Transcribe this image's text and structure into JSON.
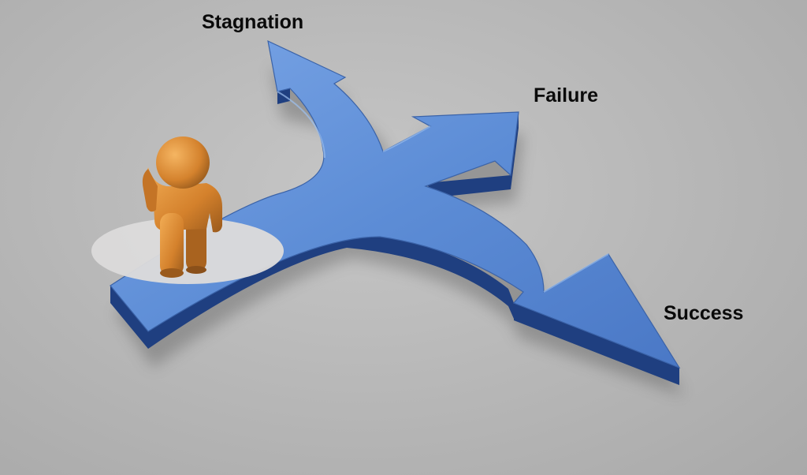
{
  "labels": {
    "stagnation": "Stagnation",
    "failure": "Failure",
    "success": "Success"
  },
  "colors": {
    "background": "#b9b9b9",
    "arrow_top": "#5f8fd6",
    "arrow_side": "#1e3f82",
    "figure": "#d98a34",
    "platform": "#dcdbdb"
  },
  "elements": {
    "figure": "person-figure",
    "arrow": "three-way-branching-arrow",
    "platform": "ellipse-platform"
  }
}
